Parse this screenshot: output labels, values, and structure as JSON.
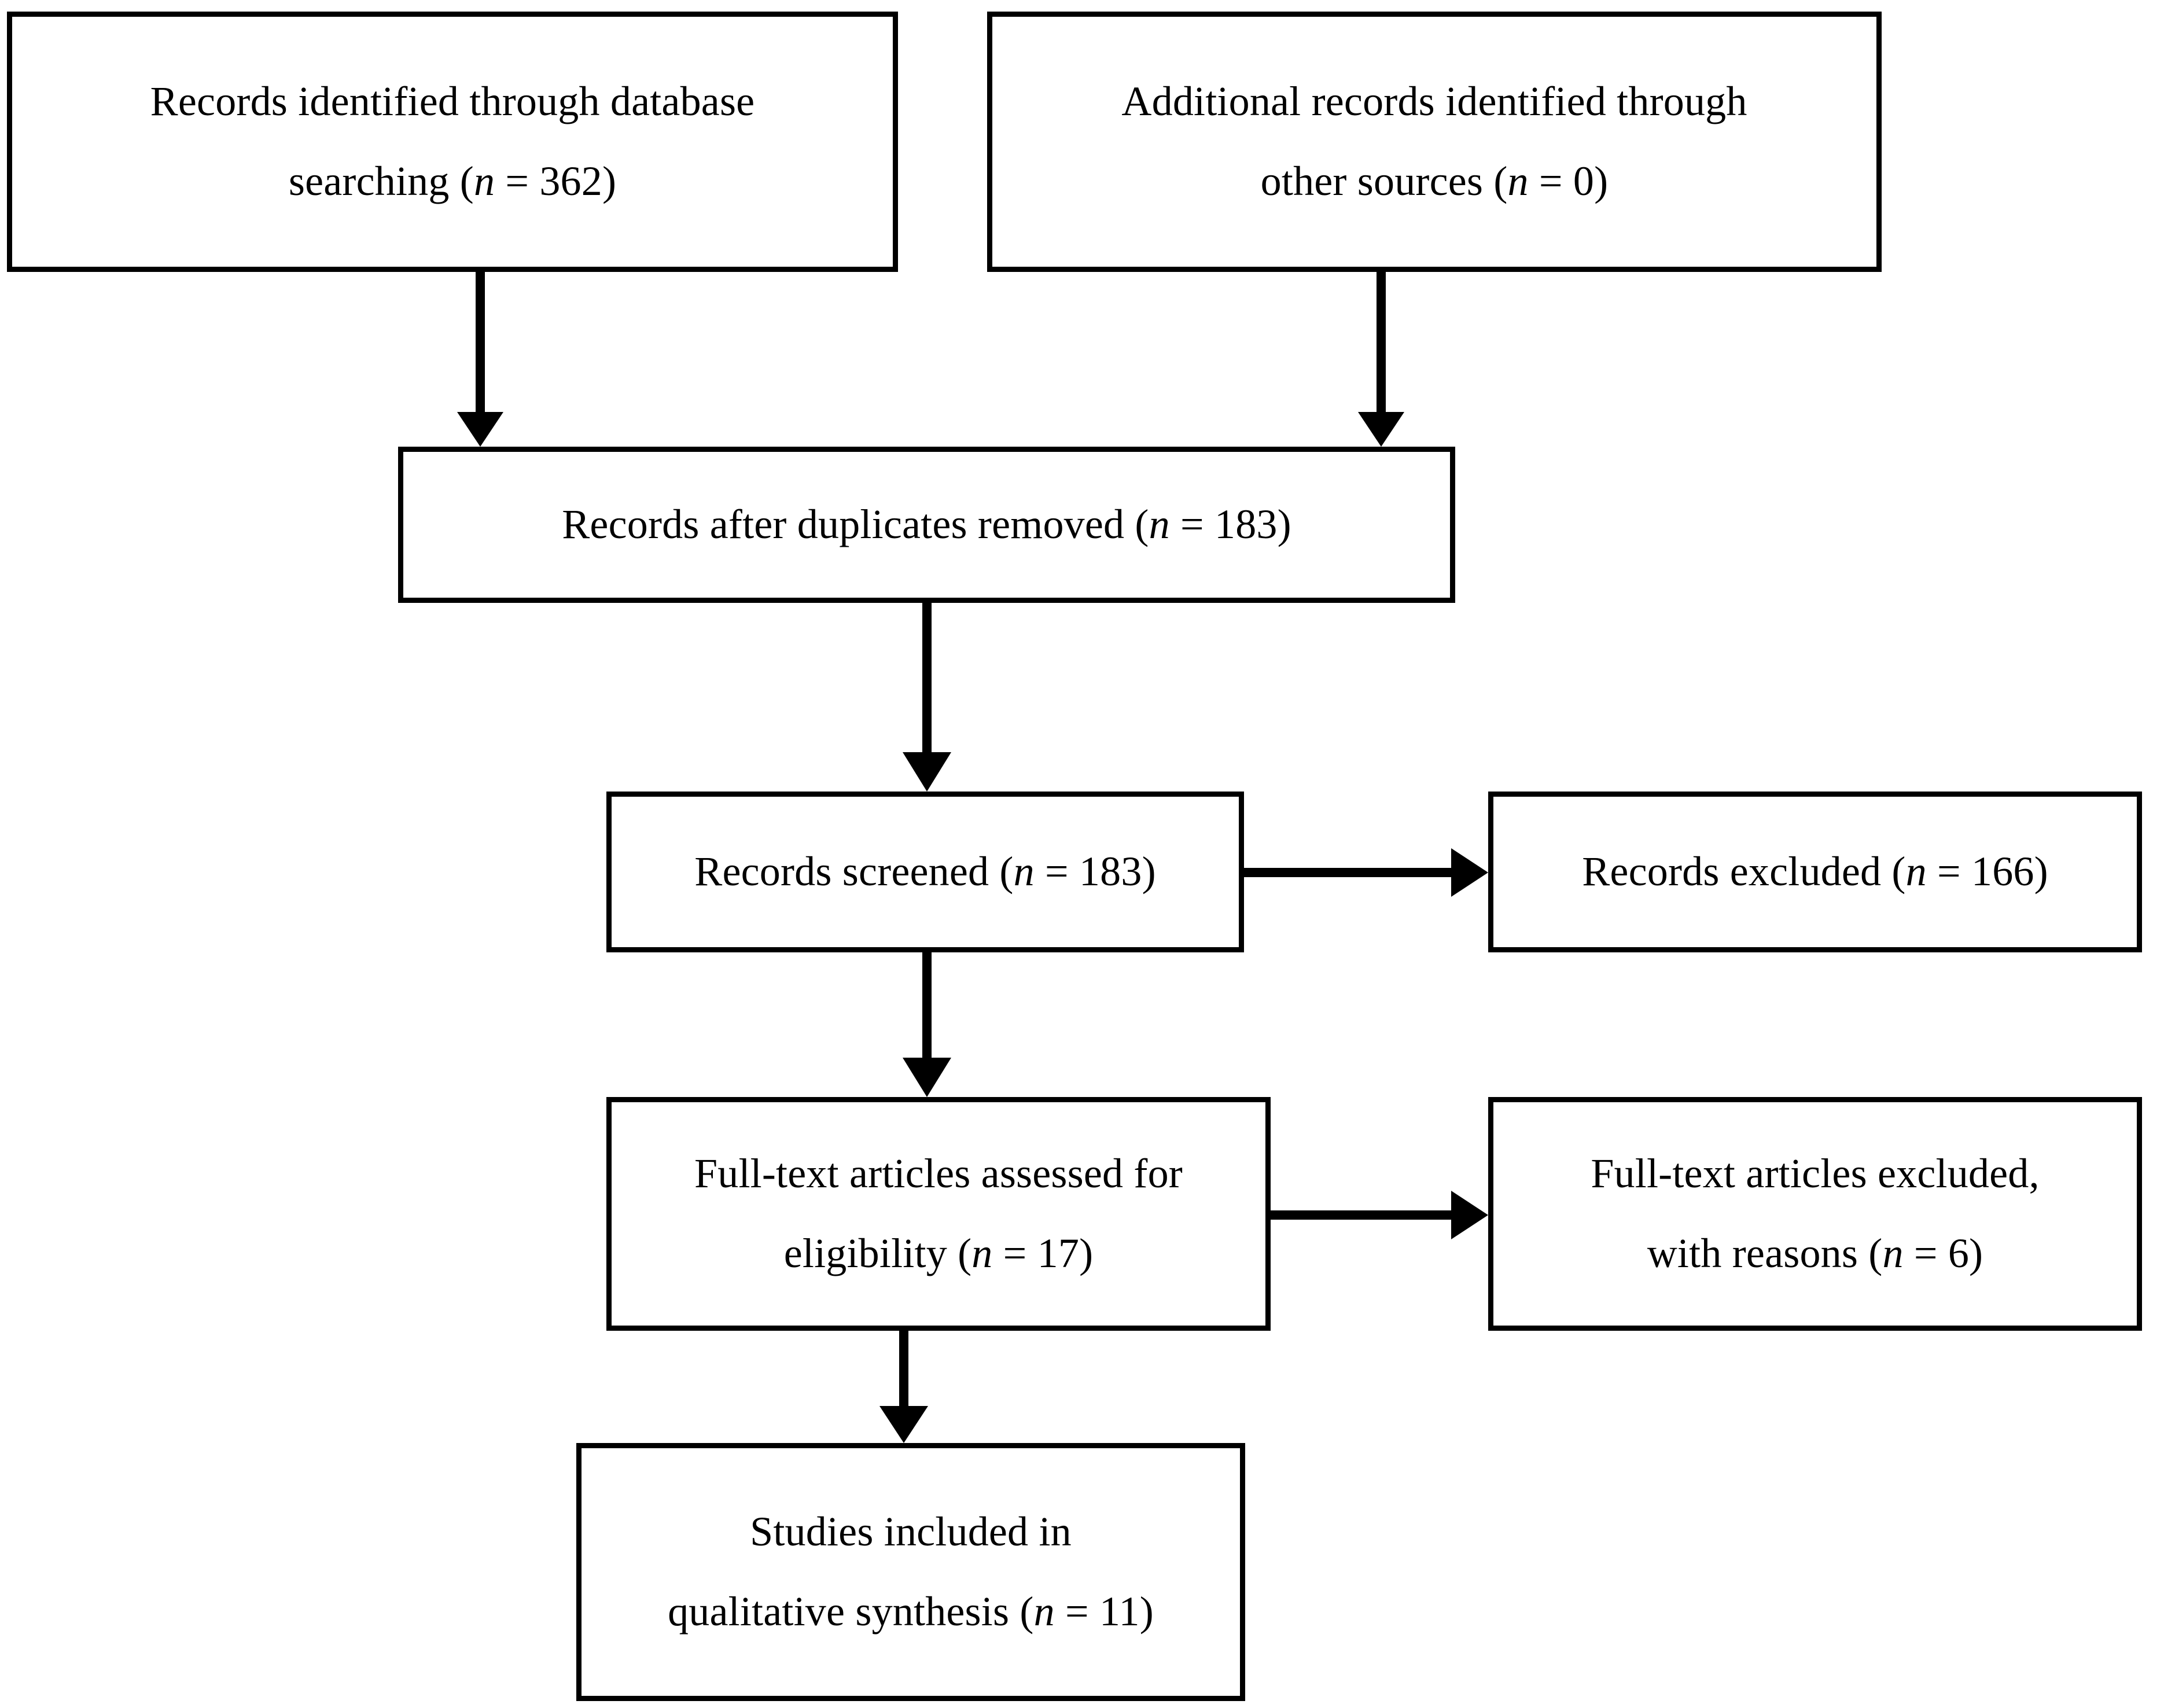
{
  "diagram": {
    "type": "prisma-flow-diagram",
    "background_color": "#ffffff",
    "line_color": "#000000",
    "boxes": {
      "database_search": {
        "name": "records-identified-database",
        "line1": "Records identified through database",
        "line2": "searching (n = 362)",
        "count": 362
      },
      "other_sources": {
        "name": "records-identified-other-sources",
        "line1": "Additional records identified through",
        "line2": "other sources (n = 0)",
        "count": 0
      },
      "duplicates_removed": {
        "name": "records-after-duplicates-removed",
        "line1": "Records after duplicates removed (n = 183)",
        "count": 183
      },
      "records_screened": {
        "name": "records-screened",
        "line1": "Records screened (n = 183)",
        "count": 183
      },
      "records_excluded": {
        "name": "records-excluded",
        "line1": "Records excluded (n = 166)",
        "count": 166
      },
      "fulltext_assessed": {
        "name": "full-text-articles-assessed",
        "line1": "Full-text articles assessed for",
        "line2": "eligibility (n = 17)",
        "count": 17
      },
      "fulltext_excluded": {
        "name": "full-text-articles-excluded",
        "line1": "Full-text articles excluded,",
        "line2": "with reasons (n = 6)",
        "count": 6
      },
      "studies_included": {
        "name": "studies-included-qualitative-synthesis",
        "line1": "Studies included in",
        "line2": "qualitative synthesis (n = 11)",
        "count": 11
      }
    },
    "connectors": [
      {
        "from": "database_search",
        "to": "duplicates_removed",
        "direction": "down"
      },
      {
        "from": "other_sources",
        "to": "duplicates_removed",
        "direction": "down"
      },
      {
        "from": "duplicates_removed",
        "to": "records_screened",
        "direction": "down"
      },
      {
        "from": "records_screened",
        "to": "records_excluded",
        "direction": "right"
      },
      {
        "from": "records_screened",
        "to": "fulltext_assessed",
        "direction": "down"
      },
      {
        "from": "fulltext_assessed",
        "to": "fulltext_excluded",
        "direction": "right"
      },
      {
        "from": "fulltext_assessed",
        "to": "studies_included",
        "direction": "down"
      }
    ]
  }
}
